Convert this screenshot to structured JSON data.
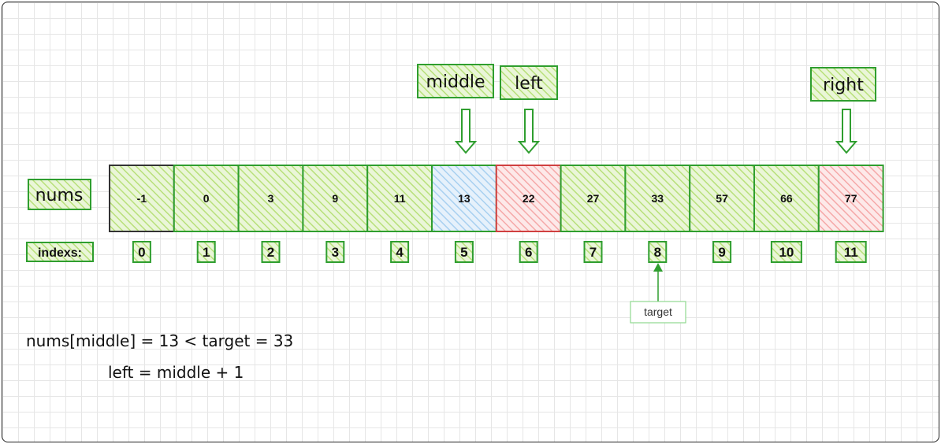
{
  "labels": {
    "middle": "middle",
    "left": "left",
    "right": "right",
    "nums": "nums",
    "indexs": "indexs:",
    "target": "target"
  },
  "cells": [
    {
      "value": "-1",
      "index": "0",
      "state": "excluded"
    },
    {
      "value": "0",
      "index": "1",
      "state": "normal"
    },
    {
      "value": "3",
      "index": "2",
      "state": "normal"
    },
    {
      "value": "9",
      "index": "3",
      "state": "normal"
    },
    {
      "value": "11",
      "index": "4",
      "state": "normal"
    },
    {
      "value": "13",
      "index": "5",
      "state": "middle"
    },
    {
      "value": "22",
      "index": "6",
      "state": "left"
    },
    {
      "value": "27",
      "index": "7",
      "state": "normal"
    },
    {
      "value": "33",
      "index": "8",
      "state": "normal"
    },
    {
      "value": "57",
      "index": "9",
      "state": "normal"
    },
    {
      "value": "66",
      "index": "10",
      "state": "normal"
    },
    {
      "value": "77",
      "index": "11",
      "state": "right"
    }
  ],
  "pointers": {
    "middle_index": 5,
    "left_index": 6,
    "right_index": 11,
    "target_index": 8
  },
  "notes": {
    "line1": "nums[middle] = 13 < target = 33",
    "line2": "left = middle + 1"
  },
  "colors": {
    "green_stroke": "#2f9e2f",
    "green_fill": "#b8e07a",
    "blue_fill": "#a8d0f0",
    "red_stroke": "#d04040",
    "red_fill": "#f5a8a8",
    "dark_stroke": "#333333"
  }
}
